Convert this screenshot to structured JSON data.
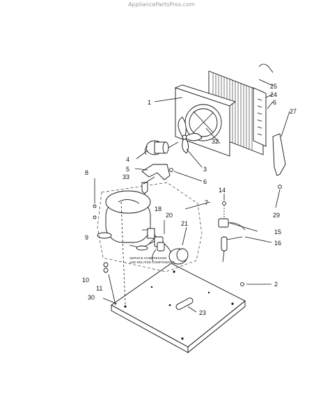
{
  "watermark": "AppliancePartsPros.com",
  "service_note": {
    "line1": "SERVICE COMPRESSOR",
    "line2": "AND RELATED COMPONENTS"
  },
  "callouts": {
    "c1": "1",
    "c2": "2",
    "c3": "3",
    "c4": "4",
    "c5": "5",
    "c6a": "6",
    "c6b": "6",
    "c7": "7",
    "c8": "8",
    "c9": "9",
    "c10": "10",
    "c11": "11",
    "c14": "14",
    "c15": "15",
    "c16": "16",
    "c18": "18",
    "c20": "20",
    "c21": "21",
    "c23": "23",
    "c24": "24",
    "c25": "25",
    "c27": "27",
    "c29": "29",
    "c30": "30",
    "c32": "32",
    "c33": "33"
  }
}
